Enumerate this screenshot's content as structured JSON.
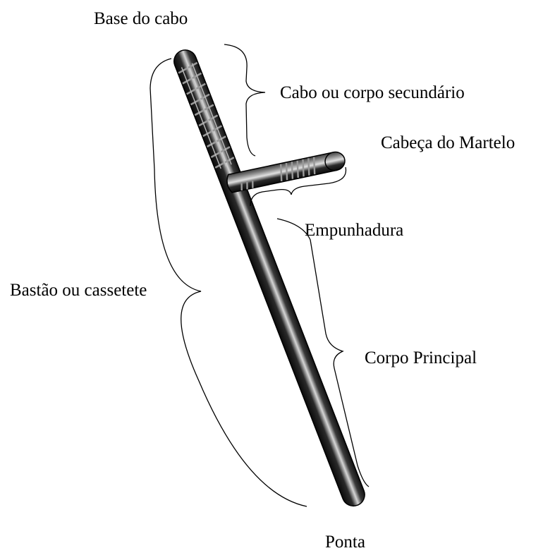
{
  "labels": {
    "base_do_cabo": "Base do cabo",
    "cabo": "Cabo ou corpo secundário",
    "cabeca": "Cabeça do Martelo",
    "empunhadura": "Empunhadura",
    "bastao": "Bastão ou cassetete",
    "corpo_principal": "Corpo Principal",
    "ponta": "Ponta"
  },
  "colors": {
    "baton_dark": "#1a1a1a",
    "baton_highlight": "#d9d9d9",
    "grip_ring": "#9a9a9a",
    "text": "#000000",
    "background": "#ffffff"
  }
}
